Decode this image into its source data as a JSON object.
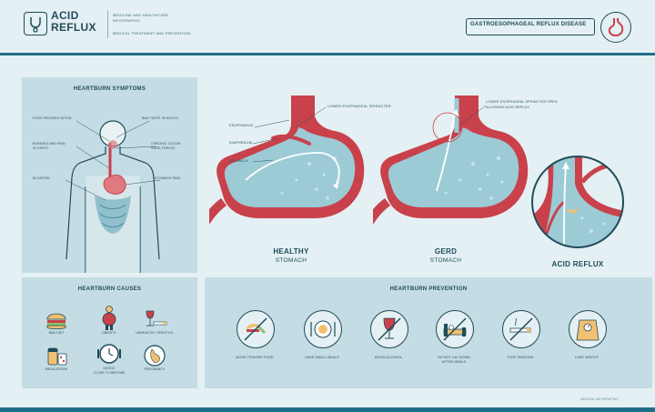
{
  "header": {
    "title_line1": "ACID",
    "title_line2": "REFLUX",
    "note1": "MEDICINE AND HEALTHCARE",
    "note2": "INFOGRAPHIC",
    "note3": "MEDICAL TREATMENT AND PREVENTION",
    "topic": "GASTROESOPHAGEAL REFLUX DISEASE"
  },
  "symptoms": {
    "title": "HEARTBURN SYMPTOMS",
    "left_labels": [
      "FOOD REGURGITATION",
      "BURNING AND PAIN\nIN CHEST",
      "BLOATING"
    ],
    "right_labels": [
      "BAD TASTE IN MOUTH",
      "CHRONIC COUGH\nSORE THROAT",
      "STOMACH PAIN"
    ]
  },
  "healthy": {
    "labels": [
      "ESOPHAGUS",
      "DIAPHRAGM",
      "STOMACH"
    ],
    "sphincter": "LOWER ESOPHAGEAL SPHINCTER",
    "caption_bold": "HEALTHY",
    "caption_thin": "STOMACH"
  },
  "gerd": {
    "sphincter_line1": "LOWER ESOPHAGEAL SPHINCTER OPEN",
    "sphincter_line2": "ALLOWING ACID REFLUX",
    "caption_bold": "GERD",
    "caption_thin": "STOMACH"
  },
  "acid_reflux_label": "ACID REFLUX",
  "causes": {
    "title": "HEARTBURN CAUSES",
    "items": [
      {
        "label": "BAD DIET",
        "icon": "burger-icon"
      },
      {
        "label": "OBESITY",
        "icon": "obese-person-icon"
      },
      {
        "label": "UNHEALTHY LIFESTYLE",
        "icon": "wine-cigarette-icon"
      },
      {
        "label": "MEDICATIONS",
        "icon": "pills-icon"
      },
      {
        "label": "EATING\nCLOSE TO BEDTIME",
        "icon": "clock-icon"
      },
      {
        "label": "PREGNANCY",
        "icon": "pregnancy-icon"
      }
    ]
  },
  "prevention": {
    "title": "HEARTBURN PREVENTION",
    "items": [
      {
        "label": "AVOID TRIGGER FOOD",
        "icon": "no-food-icon"
      },
      {
        "label": "HAVE SMALL MEALS",
        "icon": "plate-icon"
      },
      {
        "label": "AVOID ALCOHOL",
        "icon": "no-wine-icon"
      },
      {
        "label": "DO NOT LAY DOWN\nAFTER MEALS",
        "icon": "no-bed-icon"
      },
      {
        "label": "STOP SMOKING",
        "icon": "no-smoking-icon"
      },
      {
        "label": "LOSE WEIGHT",
        "icon": "scale-icon"
      }
    ]
  },
  "footer_note": "MEDICAL INFOGRAPHIC",
  "colors": {
    "background": "#e4f0f3",
    "panel": "#c4dce3",
    "dark_teal": "#1f4b5a",
    "stomach_red": "#c9414b",
    "stomach_fluid": "#9ccbd6"
  }
}
